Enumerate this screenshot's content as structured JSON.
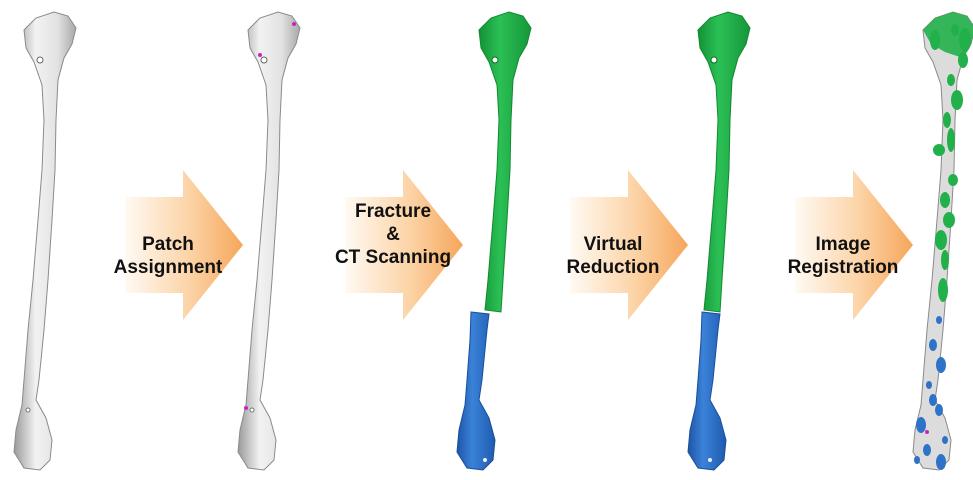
{
  "steps": [
    {
      "lines": [
        "Patch",
        "Assignment"
      ]
    },
    {
      "lines": [
        "Fracture",
        "&",
        "CT Scanning"
      ]
    },
    {
      "lines": [
        "Virtual",
        "Reduction"
      ]
    },
    {
      "lines": [
        "Image",
        "Registration"
      ]
    }
  ],
  "bones": [
    {
      "state": "intact",
      "fill": "#e6e6e6"
    },
    {
      "state": "patches-assigned",
      "fill": "#e6e6e6"
    },
    {
      "state": "fractured",
      "upper_fill": "#22b04a",
      "lower_fill": "#2f73c9"
    },
    {
      "state": "reduced",
      "upper_fill": "#22b04a",
      "lower_fill": "#2f73c9"
    },
    {
      "state": "registered",
      "base_fill": "#dcdcdc",
      "upper_patch": "#22b04a",
      "lower_patch": "#2f73c9"
    }
  ],
  "colors": {
    "arrow_light": "#fffaf3",
    "arrow_dark": "#f5a65a",
    "bone_outline": "#8a8a8a",
    "green_outline": "#118a30",
    "blue_outline": "#1b4f99",
    "marker": "#d020c0"
  }
}
